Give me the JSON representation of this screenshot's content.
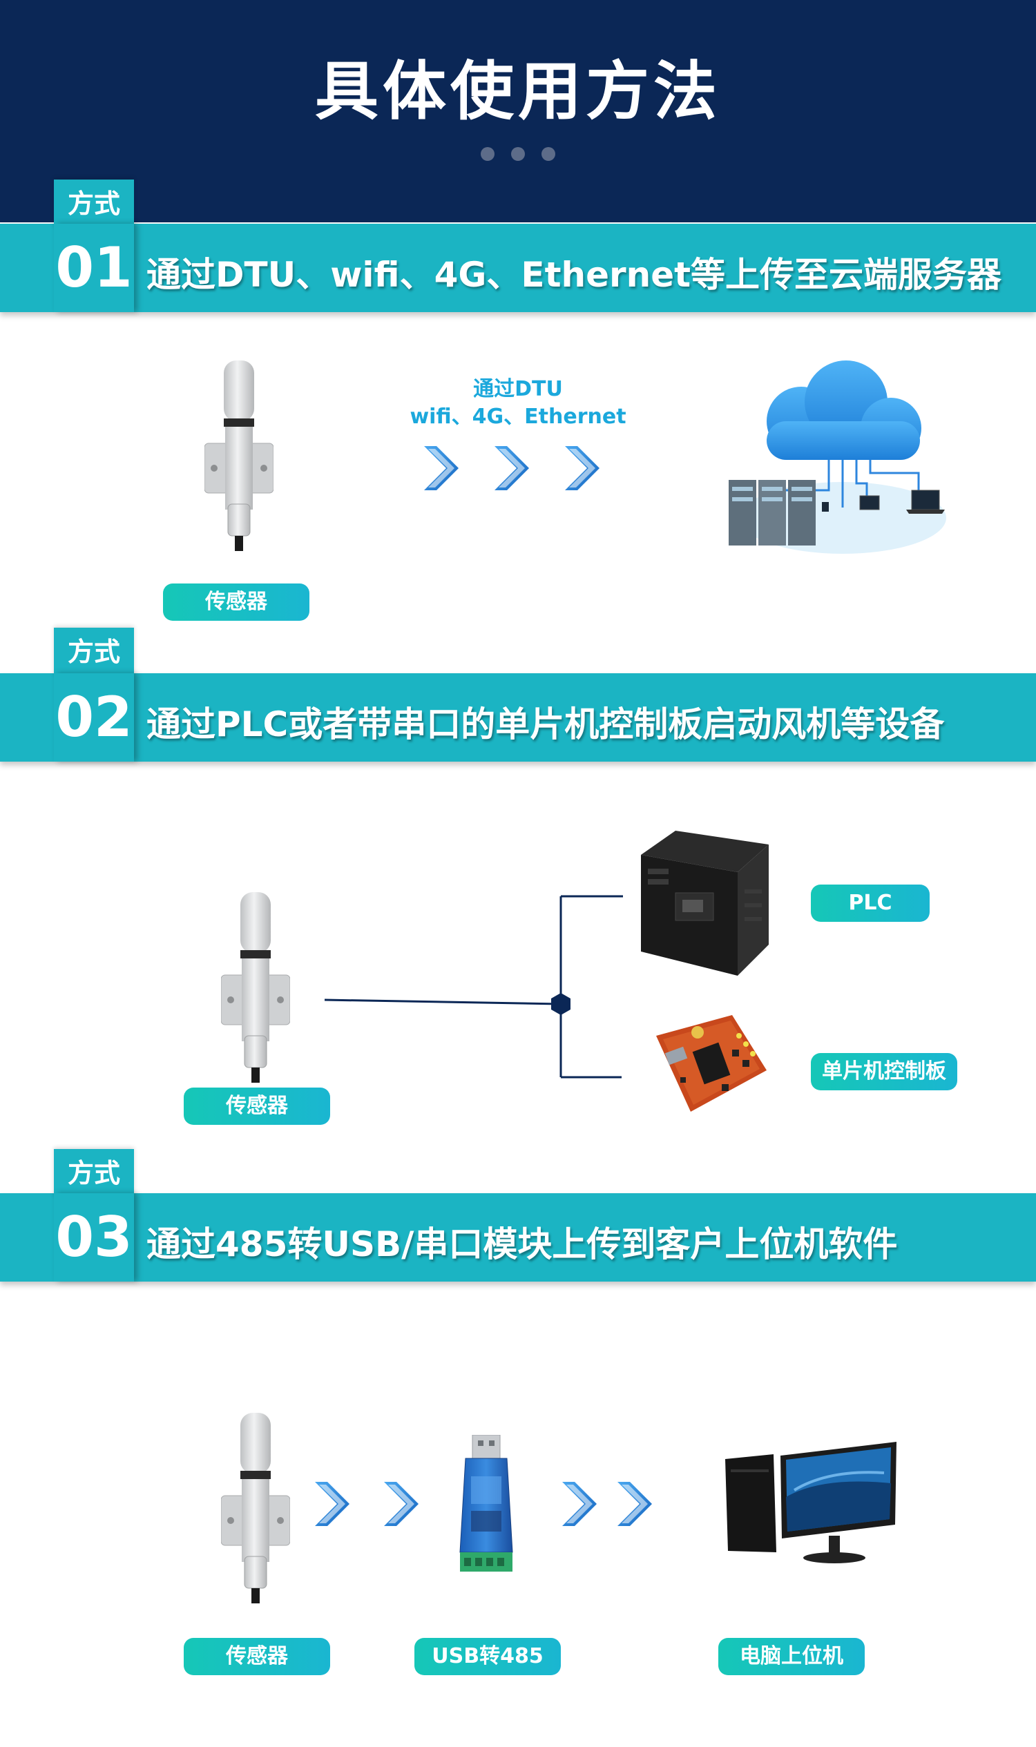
{
  "page": {
    "title": "具体使用方法"
  },
  "sections": [
    {
      "tab_label": "方式",
      "number": "01",
      "title": "通过DTU、wifi、4G、Ethernet等上传至云端服务器",
      "caption_line1": "通过DTU",
      "caption_line2": "wifi、4G、Ethernet",
      "sensor_label": "传感器"
    },
    {
      "tab_label": "方式",
      "number": "02",
      "title": "通过PLC或者带串口的单片机控制板启动风机等设备",
      "sensor_label": "传感器",
      "plc_label": "PLC",
      "mcu_label": "单片机控制板"
    },
    {
      "tab_label": "方式",
      "number": "03",
      "title": "通过485转USB/串口模块上传到客户上位机软件",
      "sensor_label": "传感器",
      "usb_label": "USB转485",
      "pc_label": "电脑上位机"
    }
  ],
  "colors": {
    "header_bg": "#0b2756",
    "band": "#1bb4c3",
    "pill_start": "#16c7b7",
    "pill_end": "#1ab6d1",
    "chevron": "#1e88e5",
    "caption": "#1ba8dc"
  },
  "icons": [
    "sensor-icon",
    "chevron-right-icon",
    "cloud-server-icon",
    "plc-device-icon",
    "mcu-board-icon",
    "usb-485-converter-icon",
    "desktop-computer-icon"
  ]
}
